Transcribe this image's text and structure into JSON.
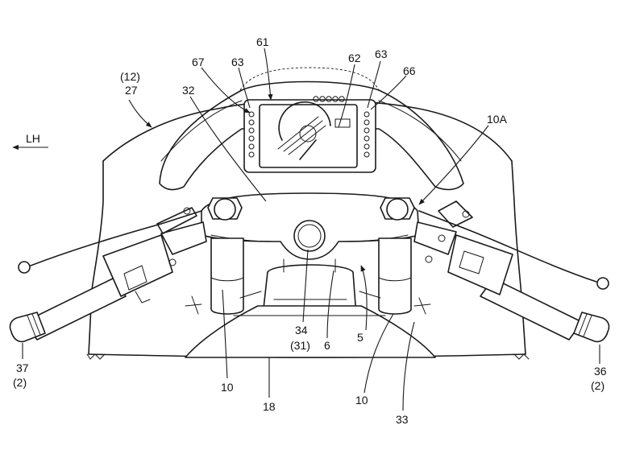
{
  "direction_label": "LH",
  "labels": {
    "l12": "(12)",
    "l27": "27",
    "l32": "32",
    "l67": "67",
    "l63a": "63",
    "l61": "61",
    "l62": "62",
    "l63b": "63",
    "l66": "66",
    "l10A": "10A",
    "l34": "34",
    "l31": "(31)",
    "l6": "6",
    "l5": "5",
    "l10a": "10",
    "l10b": "10",
    "l18": "18",
    "l33": "33",
    "l37": "37",
    "l2a": "(2)",
    "l36": "36",
    "l2b": "(2)"
  }
}
